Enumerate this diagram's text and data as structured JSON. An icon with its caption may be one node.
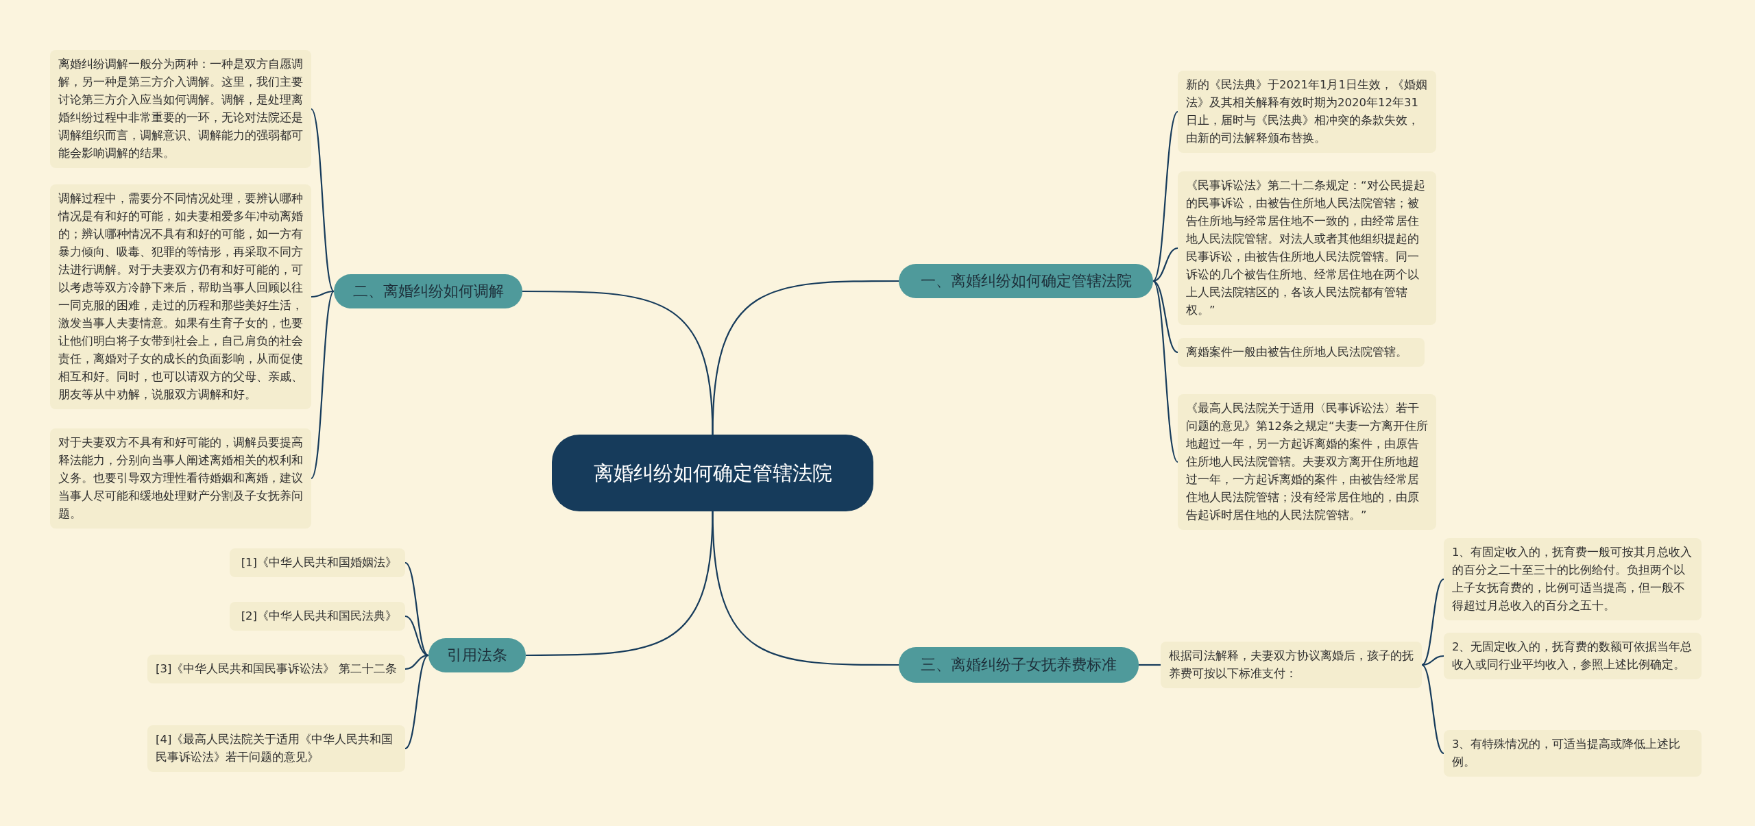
{
  "diagram": {
    "nodes": [
      {
        "text": [
          "离婚纠纷如何确定管辖法院"
        ]
      },
      {
        "text": [
          "一、离婚纠纷如何确定管辖法院"
        ]
      },
      {
        "text": [
          "新的《民法典》于2021年1月1日生效，《婚姻法》及其相关解释有效时期为2020年12年31日止，届时与《民法典》相冲突的条款失效，由新的司法解释颁布替换。"
        ]
      },
      {
        "text": [
          "《民事诉讼法》第二十二条规定：“对公民提起的民事诉讼，由被告住所地人民法院管辖；被告住所地与经常居住地不一致的，由经常居住地人民法院管辖。对法人或者其他组织提起的民事诉讼，由被告住所地人民法院管辖。同一诉讼的几个被告住所地、经常居住地在两个以上人民法院辖区的，各该人民法院都有管辖权。”"
        ]
      },
      {
        "text": [
          "离婚案件一般由被告住所地人民法院管辖。"
        ]
      },
      {
        "text": [
          "《最高人民法院关于适用〈民事诉讼法〉若干问题的意见》第12条之规定“夫妻一方离开住所地超过一年，另一方起诉离婚的案件，由原告住所地人民法院管辖。夫妻双方离开住所地超过一年，一方起诉离婚的案件，由被告经常居住地人民法院管辖；没有经常居住地的，由原告起诉时居住地的人民法院管辖。”"
        ]
      },
      {
        "text": [
          "二、离婚纠纷如何调解"
        ]
      },
      {
        "text": [
          "离婚纠纷调解一般分为两种：一种是双方自愿调解，另一种是第三方介入调解。这里，我们主要讨论第三方介入应当如何调解。调解，是处理离婚纠纷过程中非常重要的一环，无论对法院还是调解组织而言，调解意识、调解能力的强弱都可能会影响调解的结果。"
        ]
      },
      {
        "text": [
          "调解过程中，需要分不同情况处理，要辨认哪种情况是有和好的可能，如夫妻相爱多年冲动离婚的；辨认哪种情况不具有和好的可能，如一方有暴力倾向、吸毒、犯罪的等情形，再采取不同方法进行调解。对于夫妻双方仍有和好可能的，可以考虑等双方冷静下来后，帮助当事人回顾以往一同克服的困难，走过的历程和那些美好生活，激发当事人夫妻情意。如果有生育子女的，也要让他们明白将子女带到社会上，自己肩负的社会责任，离婚对子女的成长的负面影响，从而促使相互和好。同时，也可以请双方的父母、亲戚、朋友等从中劝解，说服双方调解和好。"
        ]
      },
      {
        "text": [
          "对于夫妻双方不具有和好可能的，调解员要提高释法能力，分别向当事人阐述离婚相关的权利和义务。也要引导双方理性看待婚姻和离婚，建议当事人尽可能和缓地处理财产分割及子女抚养问题。"
        ]
      },
      {
        "text": [
          "三、离婚纠纷子女抚养费标准"
        ]
      },
      {
        "text": [
          "根据司法解释，夫妻双方协议离婚后，孩子的抚养费可按以下标准支付："
        ]
      },
      {
        "text": [
          "1、有固定收入的，抚育费一般可按其月总收入的百分之二十至三十的比例给付。负担两个以上子女抚育费的，比例可适当提高，但一般不得超过月总收入的百分之五十。"
        ]
      },
      {
        "text": [
          "2、无固定收入的，抚育费的数额可依据当年总收入或同行业平均收入，参照上述比例确定。"
        ]
      },
      {
        "text": [
          "3、有特殊情况的，可适当提高或降低上述比例。"
        ]
      },
      {
        "text": [
          "引用法条"
        ]
      },
      {
        "text": [
          "[1]《中华人民共和国婚姻法》"
        ]
      },
      {
        "text": [
          "[2]《中华人民共和国民法典》"
        ]
      },
      {
        "text": [
          "[3]《中华人民共和国民事诉讼法》 第二十二条"
        ]
      },
      {
        "text": [
          "[4]《最高人民法院关于适用《中华人民共和国民事诉讼法》若干问题的意见》"
        ]
      }
    ],
    "edges": [
      {
        "from": 0,
        "to": 1,
        "arrow": "none"
      },
      {
        "from": 1,
        "to": 2,
        "arrow": "none"
      },
      {
        "from": 1,
        "to": 3,
        "arrow": "none"
      },
      {
        "from": 1,
        "to": 4,
        "arrow": "none"
      },
      {
        "from": 1,
        "to": 5,
        "arrow": "none"
      },
      {
        "from": 0,
        "to": 6,
        "arrow": "none"
      },
      {
        "from": 6,
        "to": 7,
        "arrow": "none"
      },
      {
        "from": 6,
        "to": 8,
        "arrow": "none"
      },
      {
        "from": 6,
        "to": 9,
        "arrow": "none"
      },
      {
        "from": 0,
        "to": 10,
        "arrow": "none"
      },
      {
        "from": 10,
        "to": 11,
        "arrow": "none"
      },
      {
        "from": 11,
        "to": 12,
        "arrow": "none"
      },
      {
        "from": 11,
        "to": 13,
        "arrow": "none"
      },
      {
        "from": 11,
        "to": 14,
        "arrow": "none"
      },
      {
        "from": 0,
        "to": 15,
        "arrow": "none"
      },
      {
        "from": 15,
        "to": 16,
        "arrow": "none"
      },
      {
        "from": 15,
        "to": 17,
        "arrow": "none"
      },
      {
        "from": 15,
        "to": 18,
        "arrow": "none"
      },
      {
        "from": 15,
        "to": 19,
        "arrow": "none"
      }
    ]
  }
}
